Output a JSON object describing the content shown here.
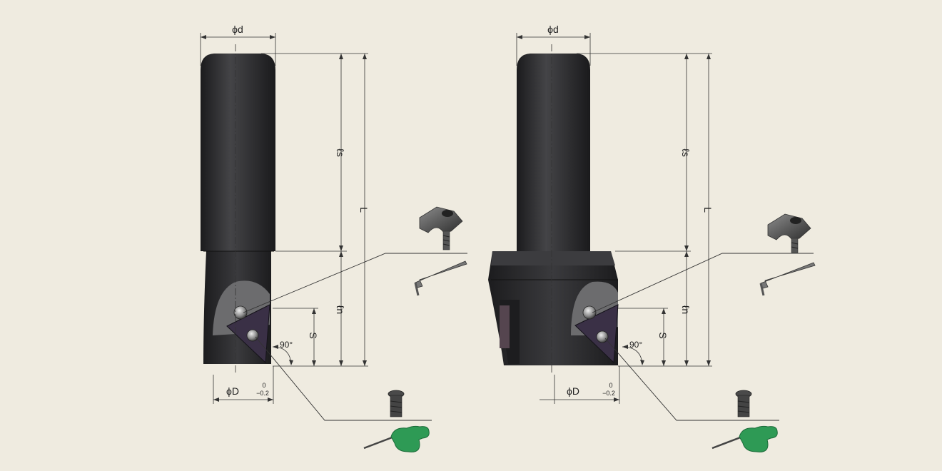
{
  "background_color": "#efebe0",
  "left_figure": {
    "label_shank_dia": "ϕd",
    "label_shank_len": "ℓs",
    "label_total_len": "L",
    "label_neck_len": "ℓn",
    "label_step": "S",
    "label_angle": "90°",
    "label_cut_dia": "ϕD",
    "tol_upper": "0",
    "tol_lower": "−0.2"
  },
  "right_figure": {
    "label_shank_dia": "ϕd",
    "label_shank_len": "ℓs",
    "label_total_len": "L",
    "label_neck_len": "ℓn",
    "label_step": "S",
    "label_angle": "90°",
    "label_cut_dia": "ϕD",
    "tol_upper": "0",
    "tol_lower": "−0.2"
  },
  "colors": {
    "body": "#2b2b2d",
    "insert": "#3a3046",
    "wrench_handle": "#2e9a55"
  },
  "icons": [
    "clamp-icon",
    "hex-key-icon",
    "screw-icon",
    "torx-wrench-icon"
  ]
}
